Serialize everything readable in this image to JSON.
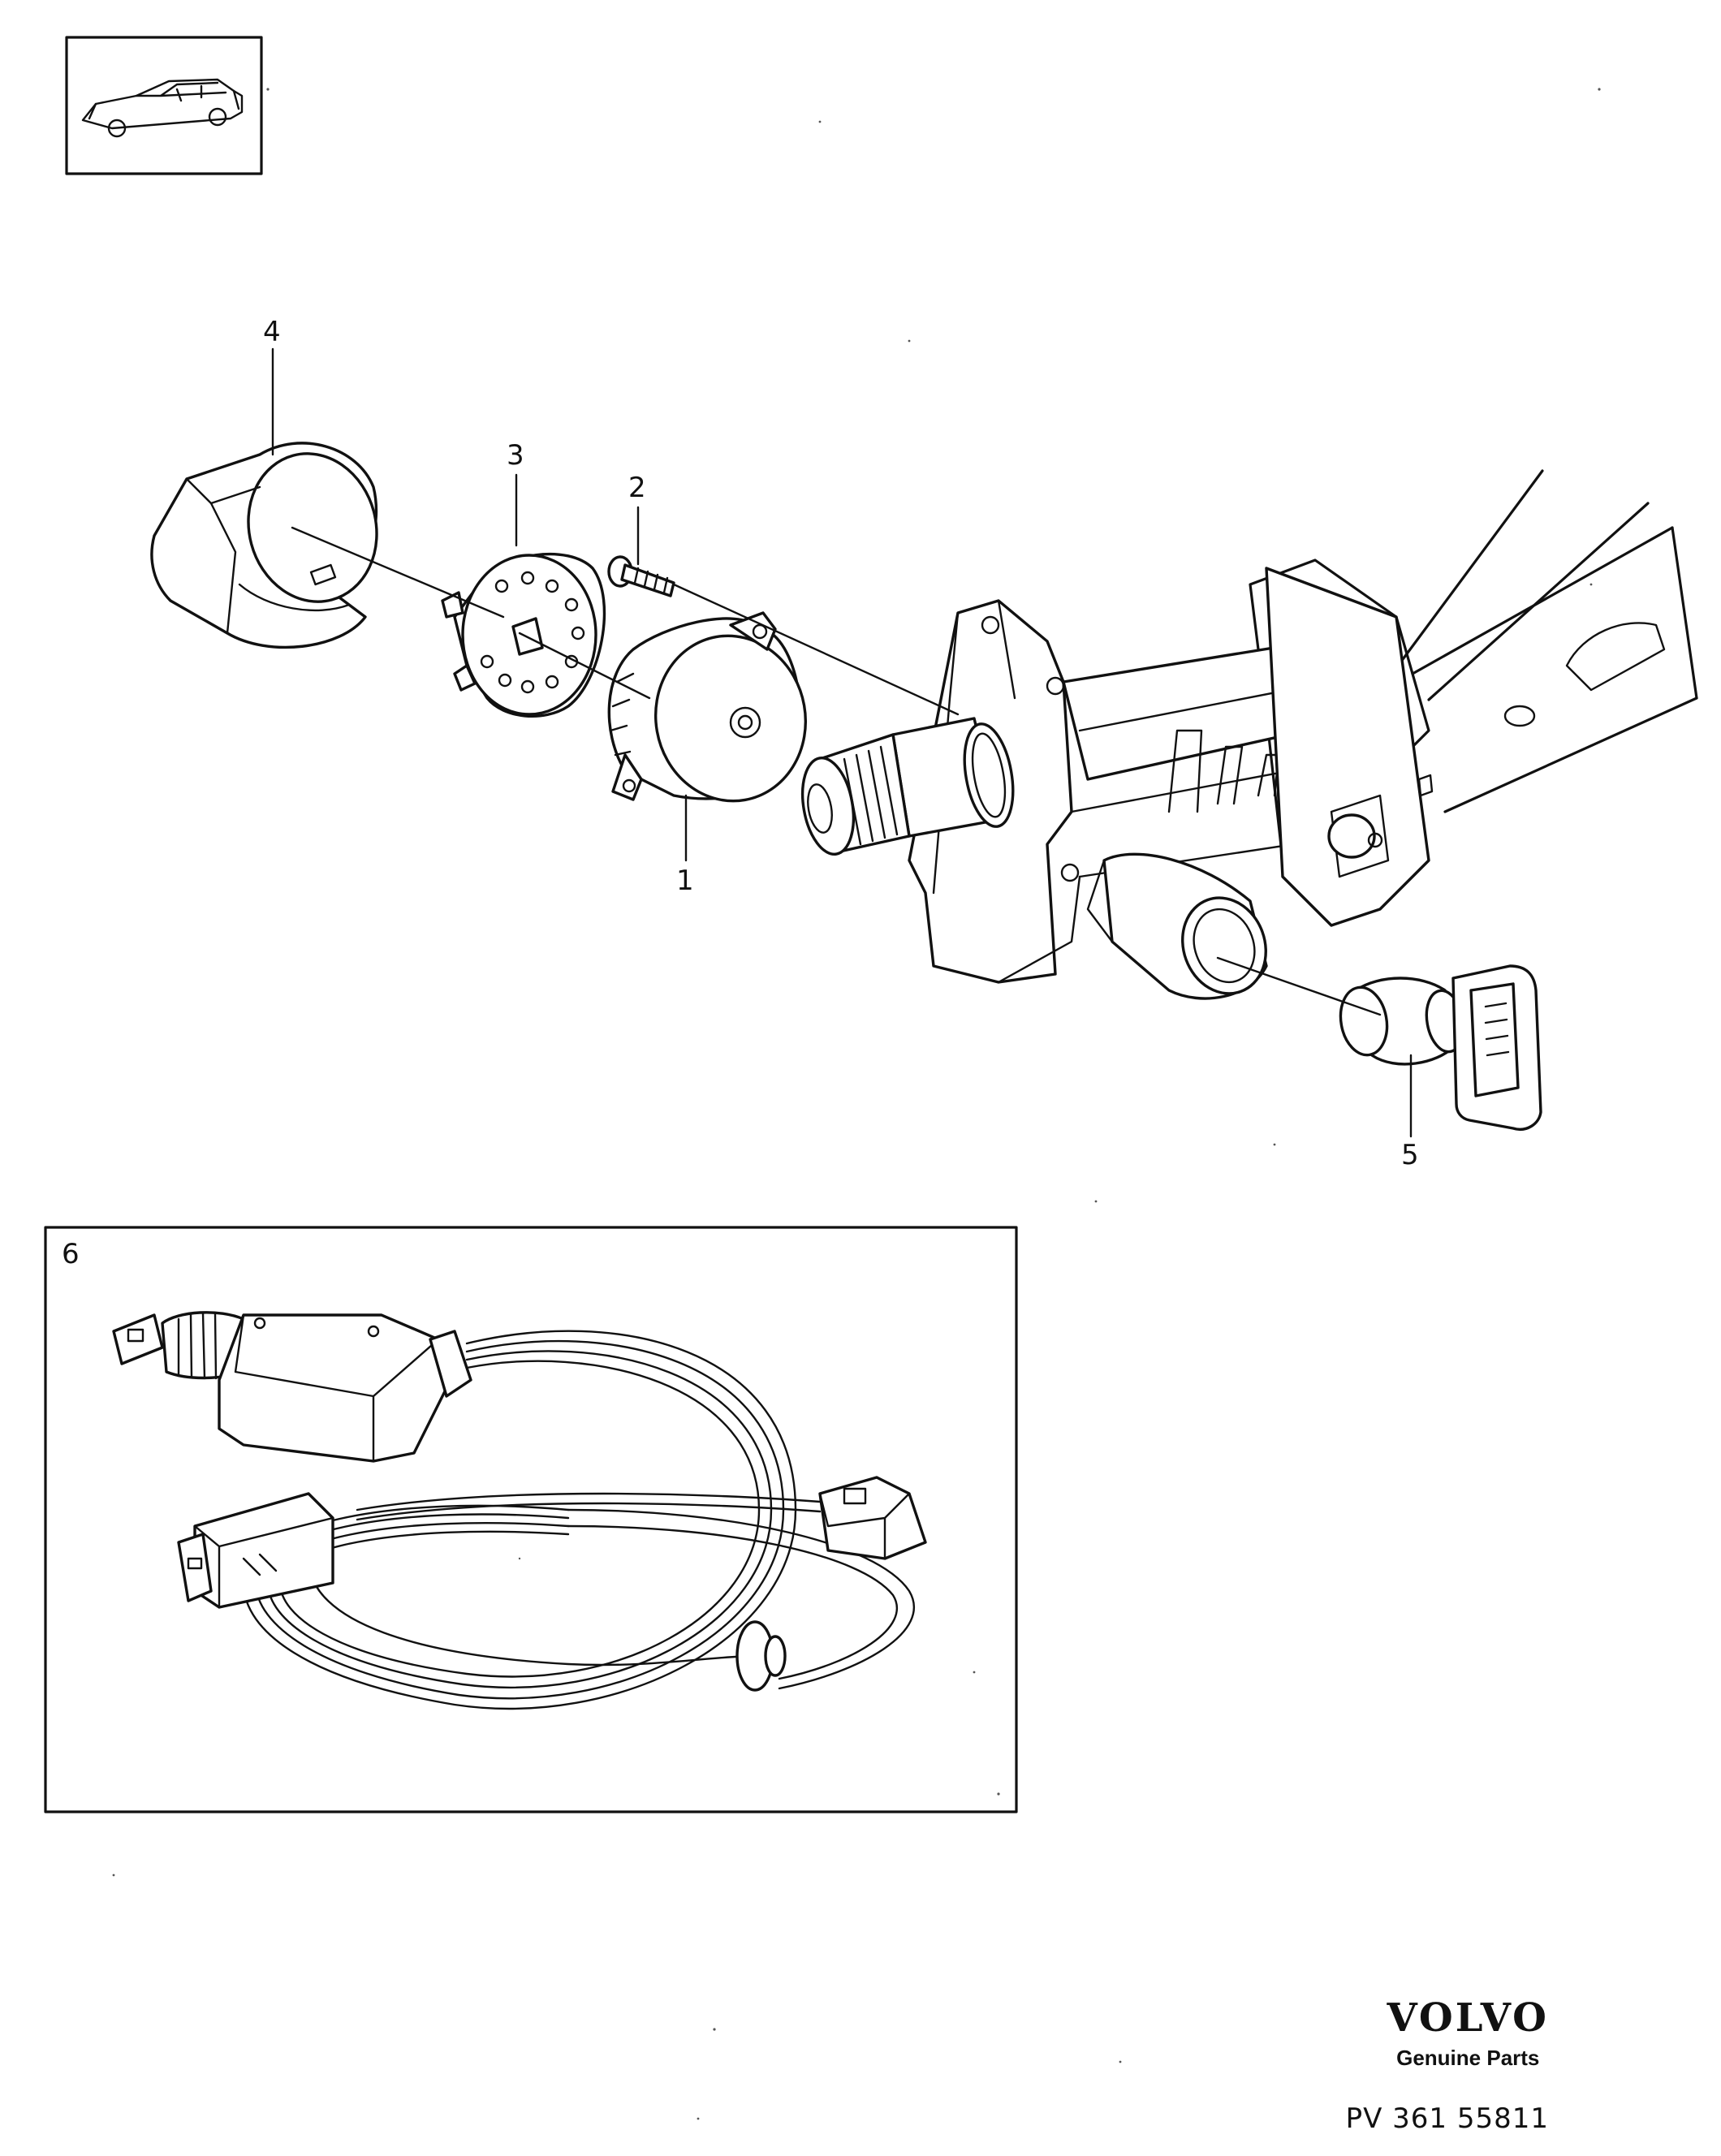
{
  "callouts": [
    {
      "id": "1",
      "text": "1"
    },
    {
      "id": "2",
      "text": "2"
    },
    {
      "id": "3",
      "text": "3"
    },
    {
      "id": "4",
      "text": "4"
    },
    {
      "id": "5",
      "text": "5"
    },
    {
      "id": "6",
      "text": "6"
    }
  ],
  "brand": {
    "logo": "VOLVO",
    "subtitle": "Genuine Parts"
  },
  "reference": "PV 361 55811",
  "colors": {
    "ink": "#111111",
    "paper": "#ffffff"
  },
  "icons": [
    "car-thumbnail-icon"
  ]
}
